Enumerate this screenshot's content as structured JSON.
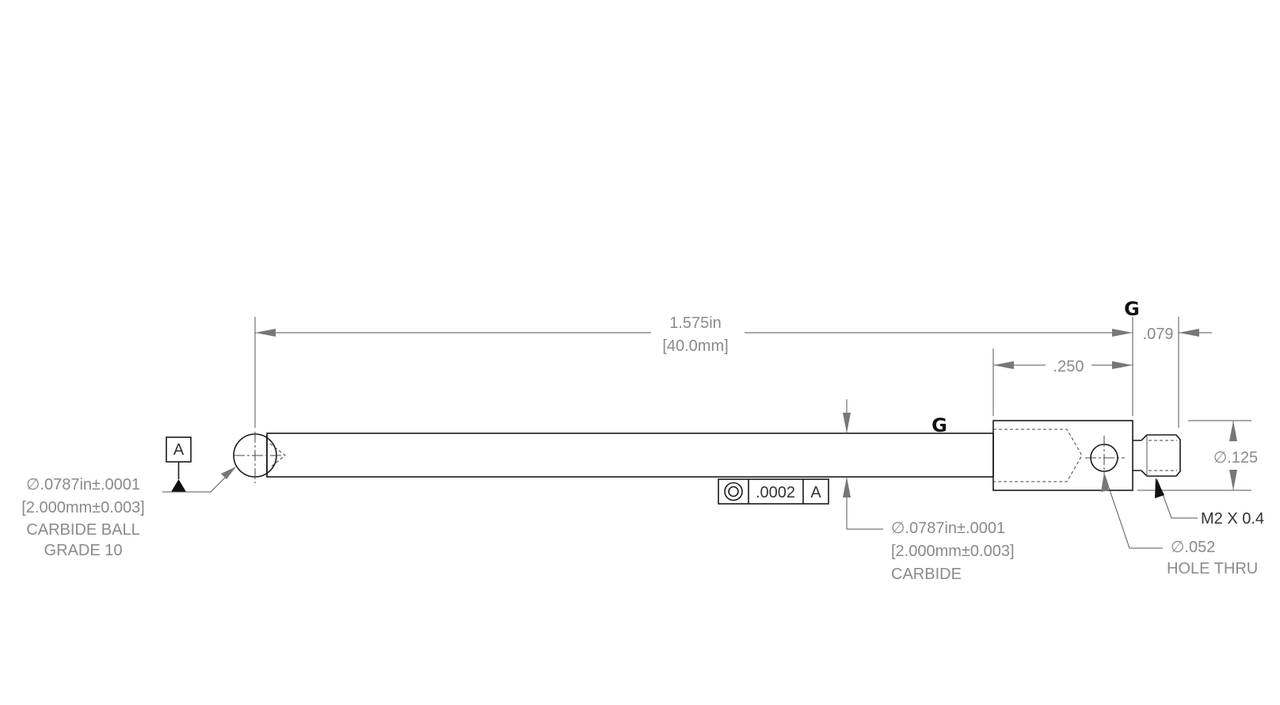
{
  "overall_length": {
    "inch": "1.575in",
    "mm": "[40.0mm]"
  },
  "tip_dim": ".079",
  "body_len_dim": ".250",
  "body_dia_dim": "∅.125",
  "datum_label": "A",
  "ball_callout": {
    "line1": "∅.0787in±.0001",
    "line2": "[2.000mm±0.003]",
    "line3": "CARBIDE BALL",
    "line4": "GRADE 10"
  },
  "stem_callout": {
    "line1": "∅.0787in±.0001",
    "line2": "[2.000mm±0.003]",
    "line3": "CARBIDE"
  },
  "hole_callout": {
    "line1": "∅.052",
    "line2": "HOLE THRU"
  },
  "thread_callout": "M2 X 0.4",
  "fcf": {
    "tolerance": ".0002",
    "datum": "A",
    "symbol": "concentricity"
  },
  "markers": {
    "top": "G",
    "stem": "G"
  }
}
